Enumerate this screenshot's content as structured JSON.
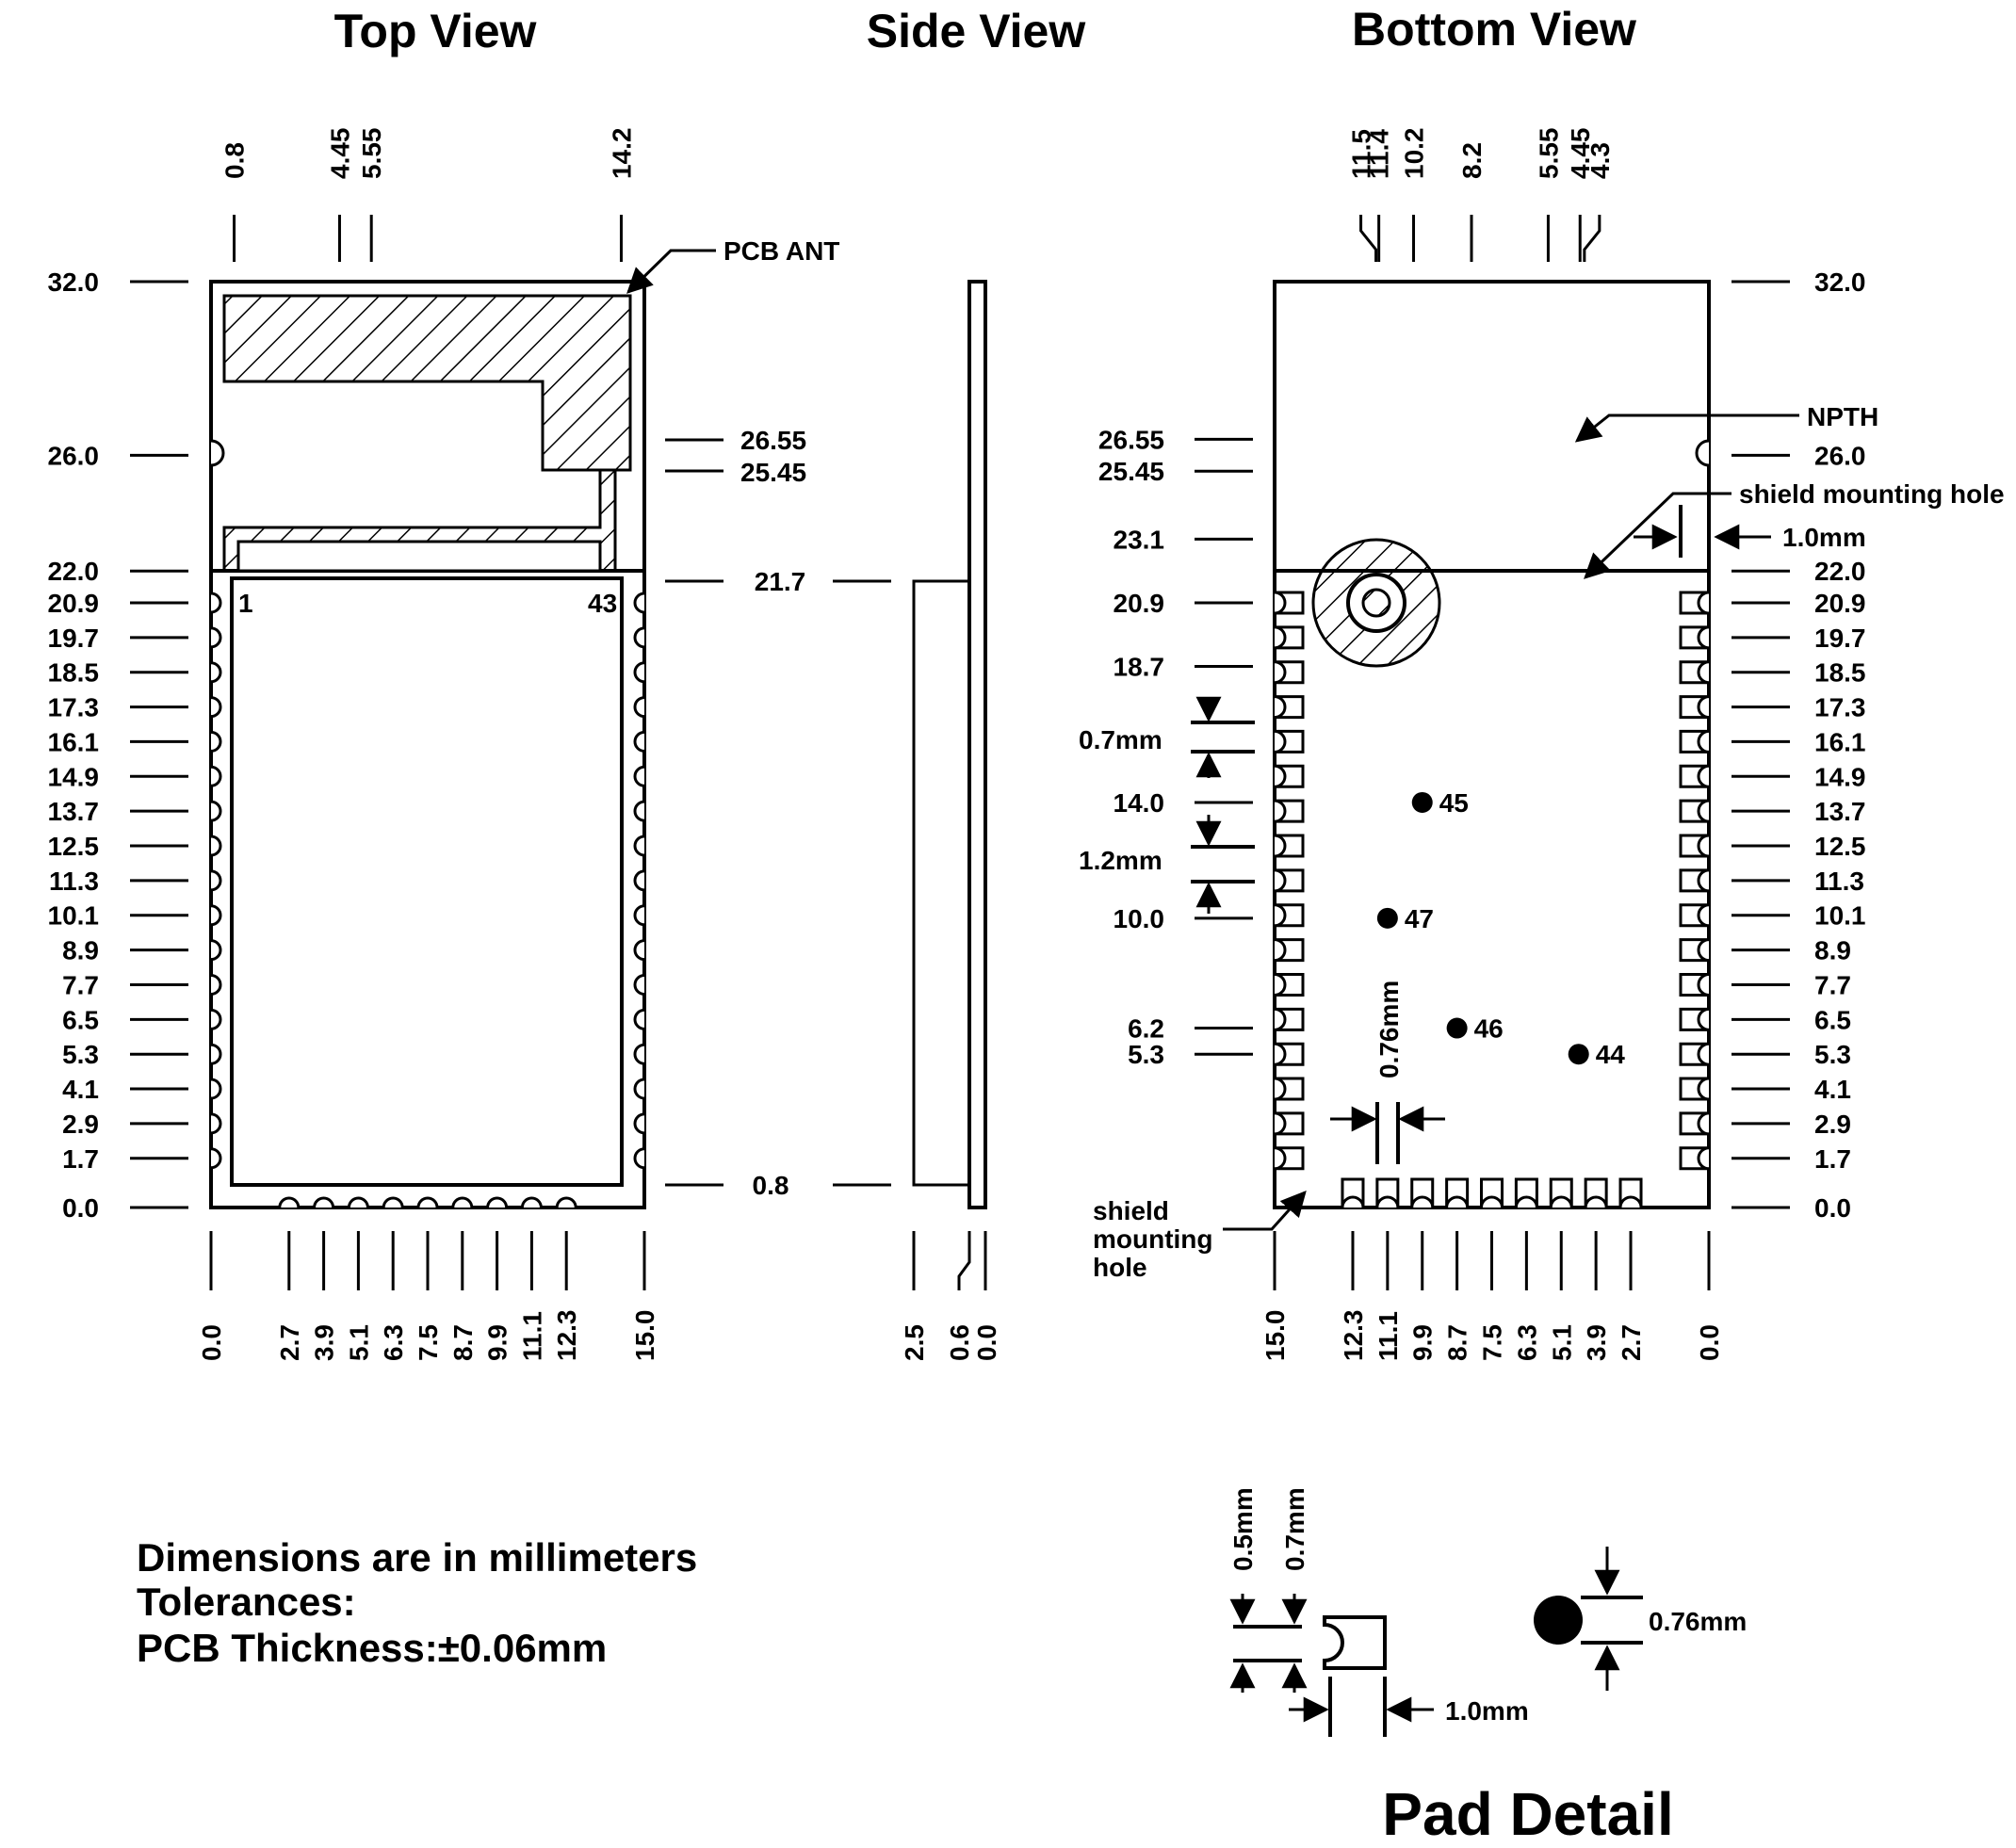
{
  "titles": {
    "top": "Top View",
    "side": "Side View",
    "bottom": "Bottom View",
    "pad": "Pad Detail"
  },
  "notes": [
    "Dimensions are in millimeters",
    "Tolerances:",
    "PCB Thickness:±0.06mm"
  ],
  "callouts": {
    "pcb_ant": "PCB ANT",
    "npth": "NPTH",
    "shield_hole_bottom": "shield mounting hole",
    "shield_hole_corner": [
      "shield",
      "mounting",
      "hole"
    ],
    "pin_1": "1",
    "pin_43": "43",
    "gap_1_0": "1.0mm",
    "pad_0_7": "0.7mm",
    "pad_1_2": "1.2mm",
    "dia_0_76": "0.76mm"
  },
  "pads": {
    "labels": [
      "45",
      "47",
      "46",
      "44"
    ],
    "x_mm": [
      9.9,
      11.1,
      8.7,
      4.5
    ],
    "y_mm": [
      14.0,
      10.0,
      6.2,
      5.3
    ]
  },
  "pad_detail": {
    "h05": "0.5mm",
    "h07": "0.7mm",
    "w10": "1.0mm",
    "d076": "0.76mm"
  },
  "top_view": {
    "top_x": [
      "0.8",
      "4.45",
      "5.55",
      "14.2"
    ],
    "left_y": [
      "32.0",
      "26.0",
      "22.0",
      "20.9",
      "19.7",
      "18.5",
      "17.3",
      "16.1",
      "14.9",
      "13.7",
      "12.5",
      "11.3",
      "10.1",
      "8.9",
      "7.7",
      "6.5",
      "5.3",
      "4.1",
      "2.9",
      "1.7",
      "0.0"
    ],
    "bottom_x": [
      "0.0",
      "2.7",
      "3.9",
      "5.1",
      "6.3",
      "7.5",
      "8.7",
      "9.9",
      "11.1",
      "12.3",
      "15.0"
    ],
    "right_y": [
      "26.55",
      "25.45",
      "21.7",
      "0.8"
    ]
  },
  "side_view": {
    "bottom_x": [
      "2.5",
      "0.6",
      "0.0"
    ]
  },
  "bottom_view": {
    "top_x": [
      "11.5",
      "11.4",
      "10.2",
      "8.2",
      "5.55",
      "4.45",
      "4.3"
    ],
    "left_y": [
      "26.55",
      "25.45",
      "23.1",
      "20.9",
      "18.7",
      "14.0",
      "10.0",
      "6.2",
      "5.3"
    ],
    "right_y": [
      "32.0",
      "26.0",
      "22.0",
      "20.9",
      "19.7",
      "18.5",
      "17.3",
      "16.1",
      "14.9",
      "13.7",
      "12.5",
      "11.3",
      "10.1",
      "8.9",
      "7.7",
      "6.5",
      "5.3",
      "4.1",
      "2.9",
      "1.7",
      "0.0"
    ],
    "bottom_x": [
      "15.0",
      "12.3",
      "11.1",
      "9.9",
      "8.7",
      "7.5",
      "6.3",
      "5.1",
      "3.9",
      "2.7",
      "0.0"
    ]
  }
}
